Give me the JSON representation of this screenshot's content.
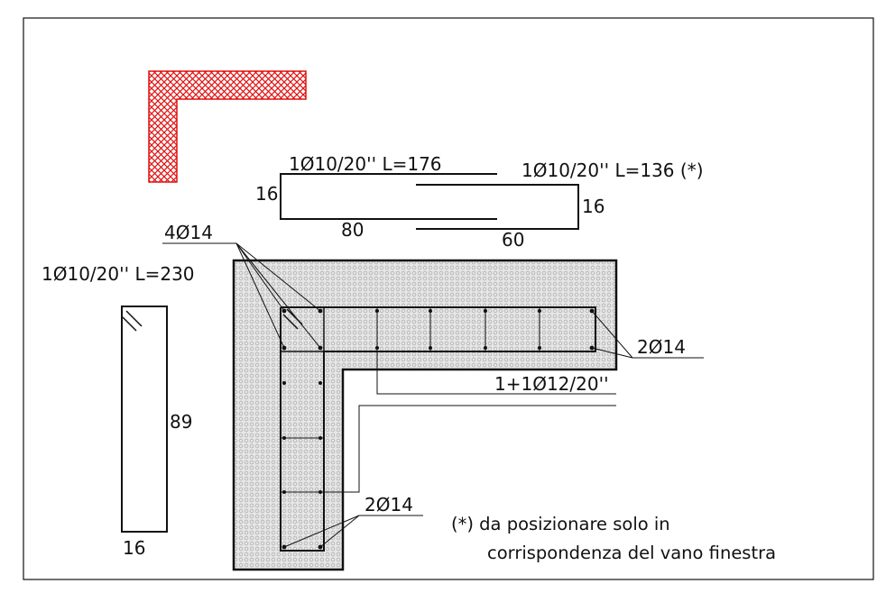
{
  "labels": {
    "top_bar_left": "1Ø10/20'' L=176",
    "top_bar_right": "1Ø10/20'' L=136 (*)",
    "top_left_dim": "16",
    "top_bottom_left_dim": "80",
    "top_bottom_right_dim": "60",
    "top_right_dim": "16",
    "corner_bars": "4Ø14",
    "vertical_bar": "1Ø10/20'' L=230",
    "vertical_height": "89",
    "vertical_width": "16",
    "right_end_bars": "2Ø14",
    "stirrups": "1+1Ø12/20''",
    "bottom_end_bars": "2Ø14"
  },
  "note": {
    "line1": "(*) da posizionare solo in",
    "line2": "corrispondenza del vano finestra"
  },
  "colors": {
    "ink": "#111111",
    "hatch_red": "#e01010",
    "concrete_fill": "#e6e6e6",
    "concrete_pattern": "#9a9a9a"
  }
}
